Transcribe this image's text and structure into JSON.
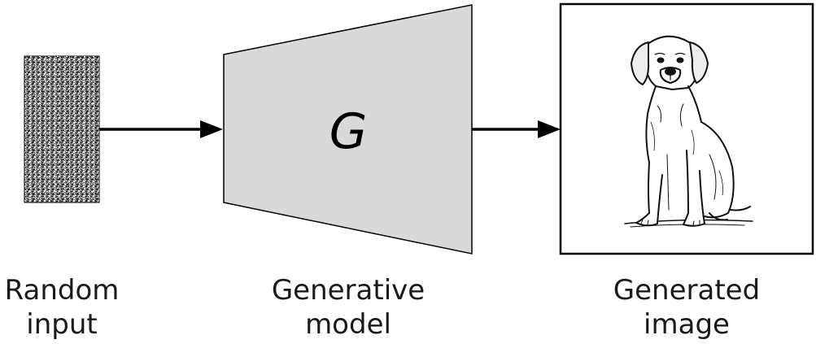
{
  "random_input": {
    "label_line1": "Random",
    "label_line2": "input"
  },
  "generator": {
    "symbol": "G",
    "fill_color": "#d9d9d9",
    "label_line1": "Generative",
    "label_line2": "model"
  },
  "generated_image": {
    "depicts": "dog-sketch",
    "label_line1": "Generated",
    "label_line2": "image"
  },
  "colors": {
    "stroke": "#000000",
    "text": "#1a1a1a"
  }
}
